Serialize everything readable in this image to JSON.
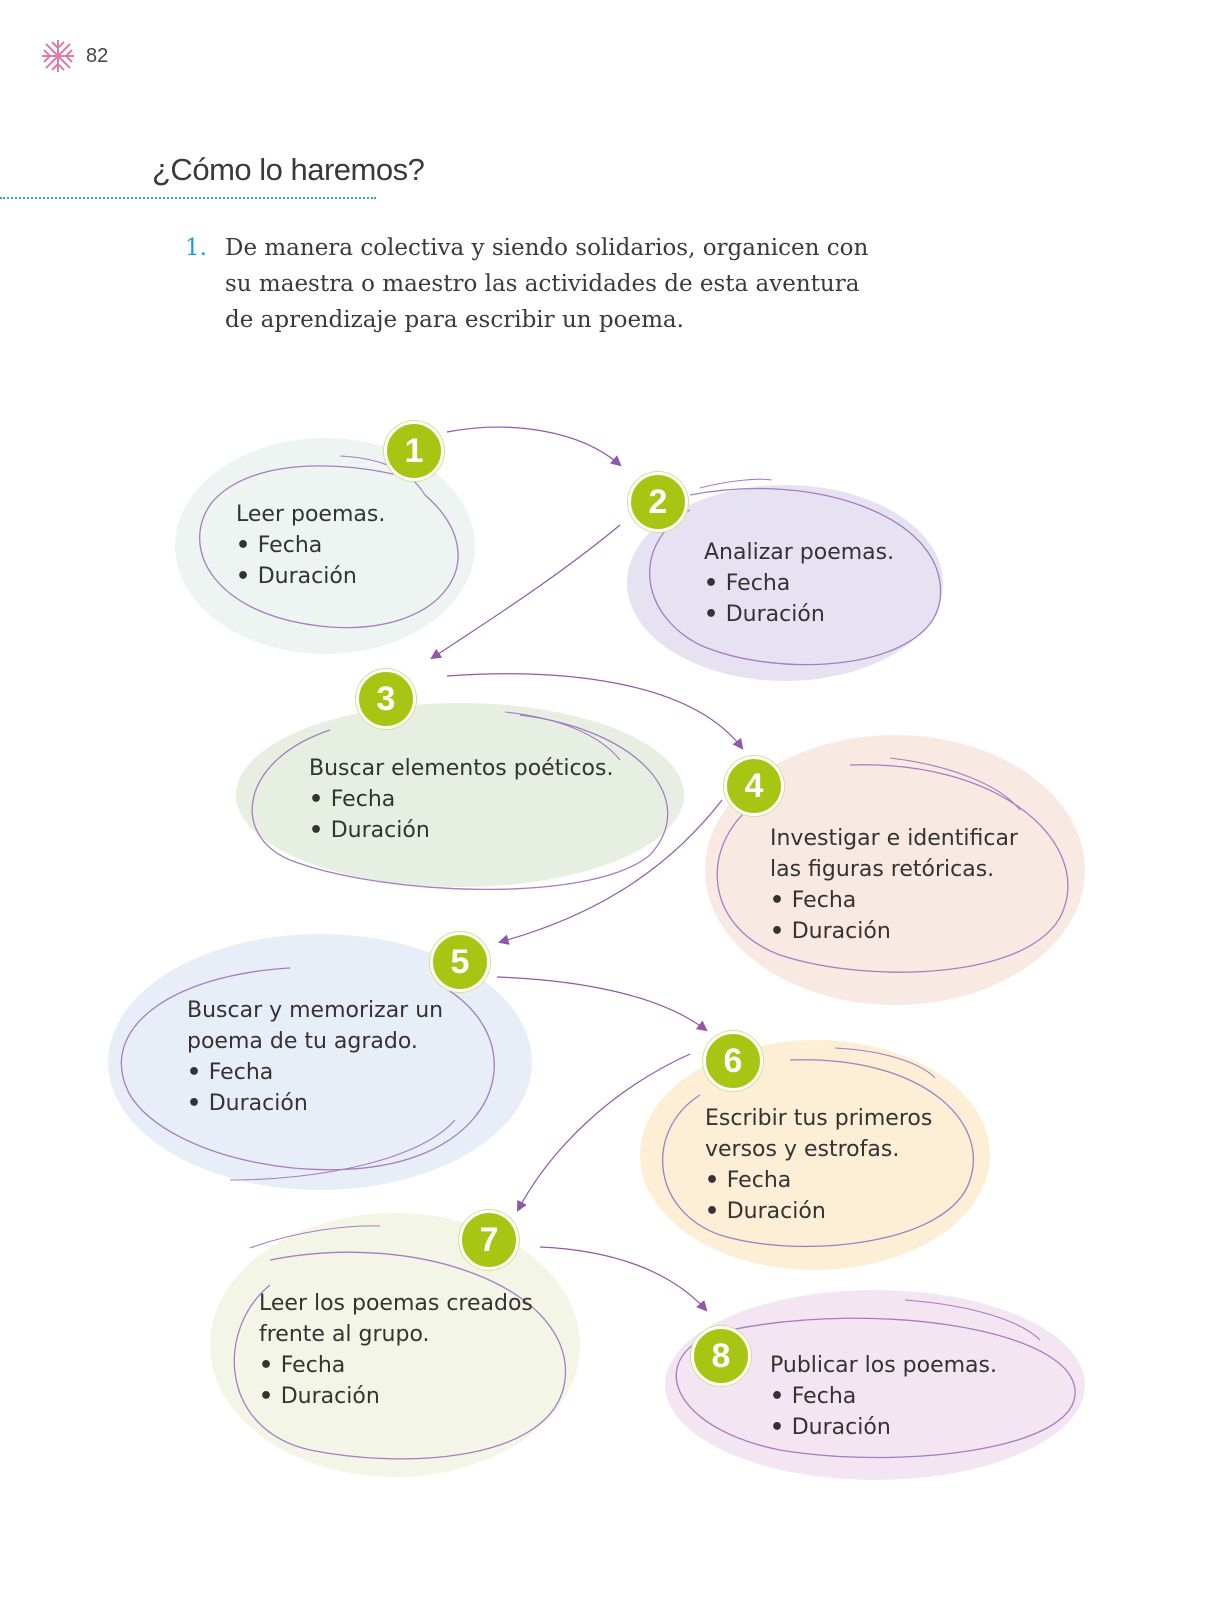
{
  "header": {
    "page_number": "82",
    "page_icon": "pink-star-ornament-icon",
    "section_title": "¿Cómo lo haremos?"
  },
  "instruction": {
    "number": "1.",
    "text": "De manera colectiva y siendo solidarios, organicen con su maestra o maestro las actividades de esta aventura de aprendizaje para escribir un poema."
  },
  "colors": {
    "badge": "#a7c613",
    "arrow": "#8e5aa8",
    "accent_blue": "#1f9fd0"
  },
  "steps": [
    {
      "number": "1",
      "title": "Leer poemas.",
      "fecha": "Fecha",
      "duracion": "Duración"
    },
    {
      "number": "2",
      "title": "Analizar poemas.",
      "fecha": "Fecha",
      "duracion": "Duración"
    },
    {
      "number": "3",
      "title": "Buscar elementos poéticos.",
      "fecha": "Fecha",
      "duracion": "Duración"
    },
    {
      "number": "4",
      "title": "Investigar e identificar las figuras retóricas.",
      "fecha": "Fecha",
      "duracion": "Duración"
    },
    {
      "number": "5",
      "title": "Buscar y memorizar un poema de tu agrado.",
      "fecha": "Fecha",
      "duracion": "Duración"
    },
    {
      "number": "6",
      "title": "Escribir tus primeros versos y estrofas.",
      "fecha": "Fecha",
      "duracion": "Duración"
    },
    {
      "number": "7",
      "title": "Leer los poemas creados frente al grupo.",
      "fecha": "Fecha",
      "duracion": "Duración"
    },
    {
      "number": "8",
      "title": "Publicar los poemas.",
      "fecha": "Fecha",
      "duracion": "Duración"
    }
  ]
}
